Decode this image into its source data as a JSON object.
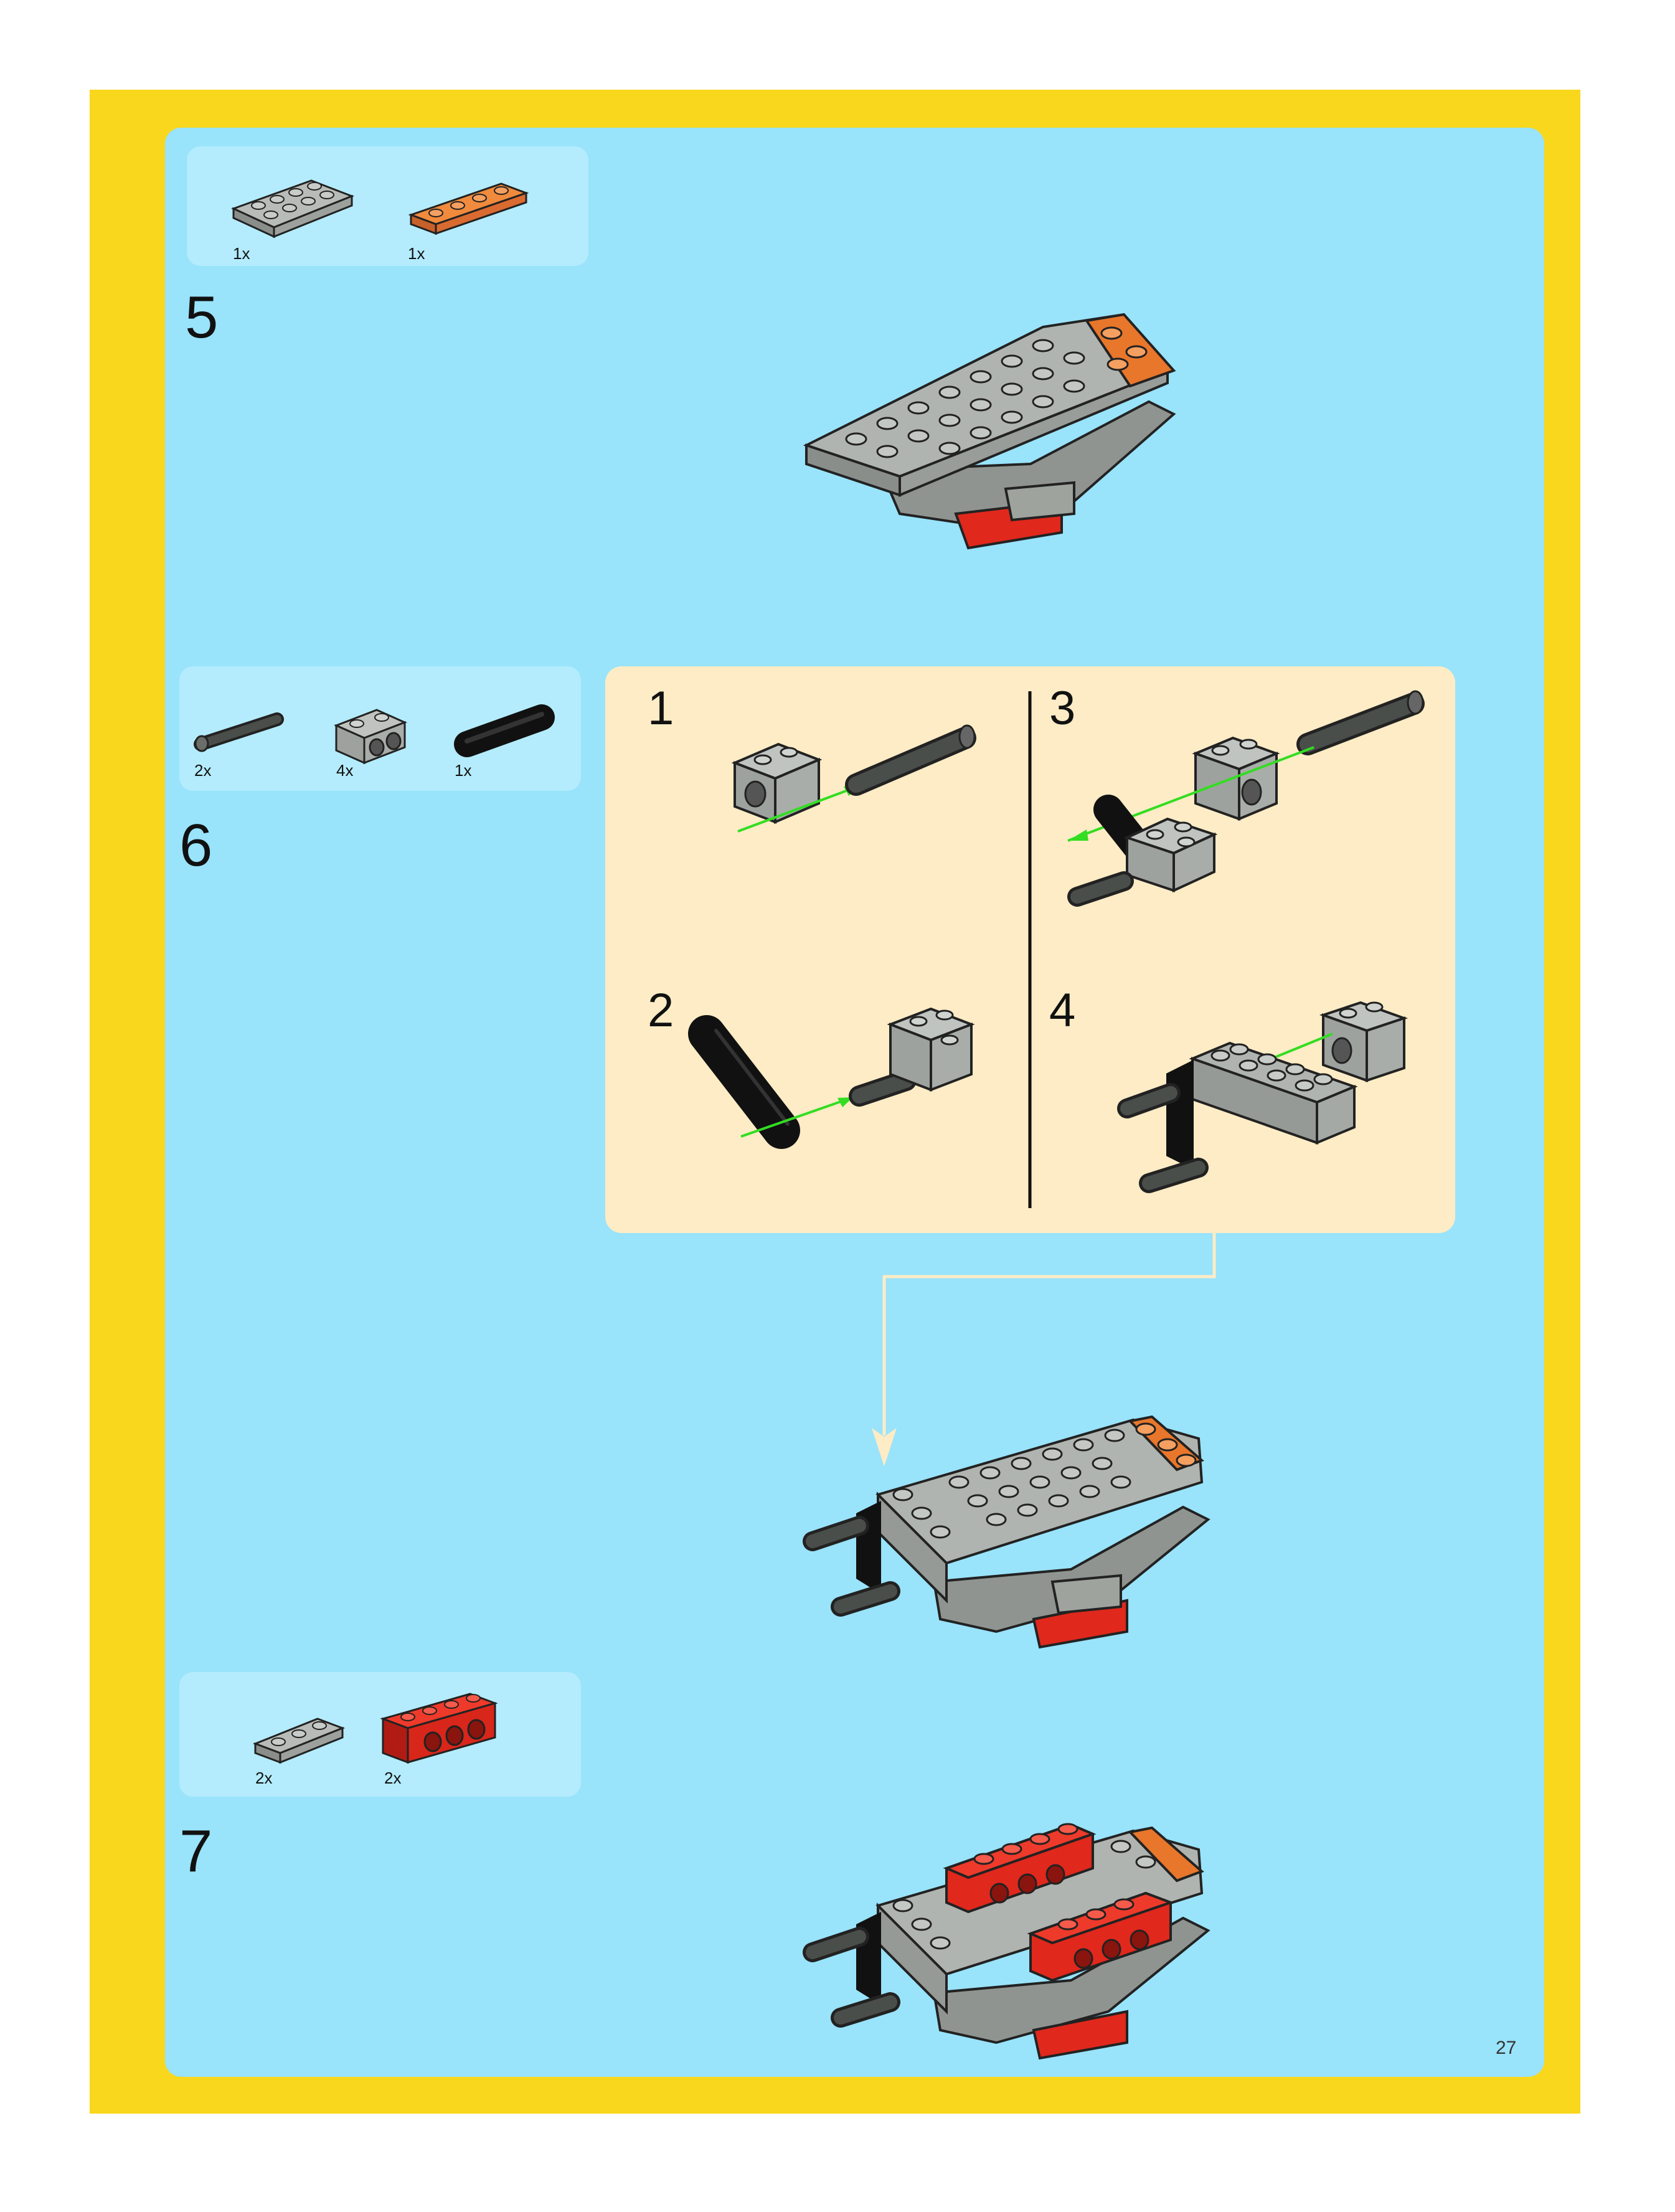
{
  "page_number": "27",
  "colors": {
    "frame": "#f9d71c",
    "panel": "#99e3fb",
    "parts_box": "#b4ecfd",
    "sub_box": "#fdecc5",
    "grey": "#a3a8a3",
    "orange": "#e8762b",
    "red": "#e0281c",
    "black": "#1a1a1a",
    "arrow": "#33dd22"
  },
  "steps": [
    {
      "number": "5",
      "parts": [
        {
          "qty": "1x",
          "part": "grey-plate-2x4-icon"
        },
        {
          "qty": "1x",
          "part": "orange-plate-1x4-icon"
        }
      ]
    },
    {
      "number": "6",
      "parts": [
        {
          "qty": "2x",
          "part": "dark-axle-icon"
        },
        {
          "qty": "4x",
          "part": "technic-brick-icon"
        },
        {
          "qty": "1x",
          "part": "black-liftarm-icon"
        }
      ],
      "substeps": [
        "1",
        "2",
        "3",
        "4"
      ]
    },
    {
      "number": "7",
      "parts": [
        {
          "qty": "2x",
          "part": "grey-plate-1x3-icon"
        },
        {
          "qty": "2x",
          "part": "red-technic-brick-icon"
        }
      ]
    }
  ]
}
